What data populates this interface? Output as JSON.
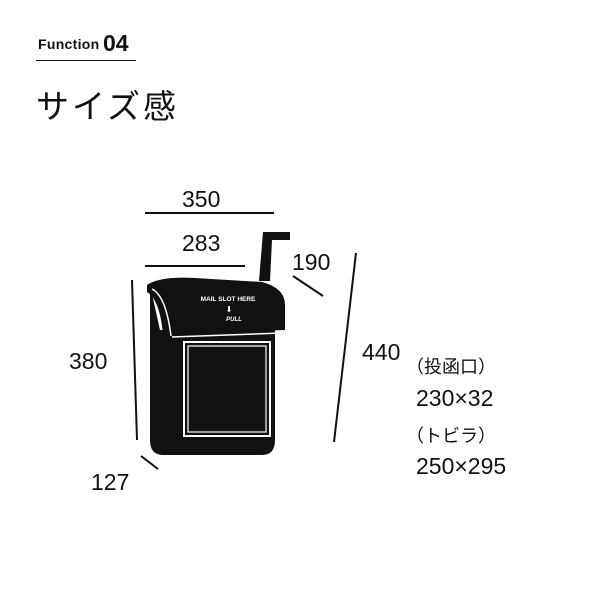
{
  "header": {
    "function_label": "Function",
    "function_number": "04",
    "section_title": "サイズ感"
  },
  "dimensions": {
    "total_width": "350",
    "body_width": "283",
    "depth_top": "190",
    "body_height": "380",
    "total_height": "440",
    "depth_bottom": "127"
  },
  "product_label": {
    "line1": "MAIL SLOT HERE",
    "arrow": "⬇",
    "line2": "PULL"
  },
  "specs": {
    "slot_label": "（投函口）",
    "slot_value": "230×32",
    "door_label": "（トビラ）",
    "door_value": "250×295"
  }
}
